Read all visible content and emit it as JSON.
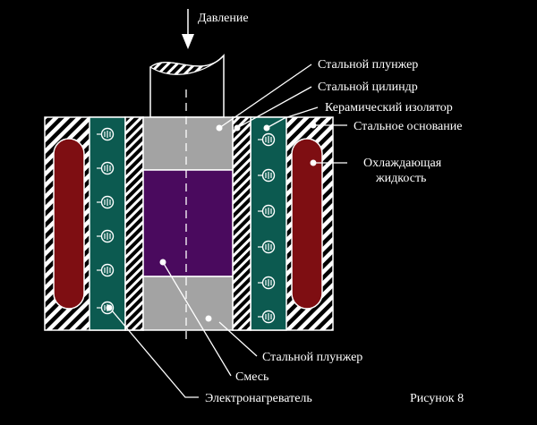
{
  "labels": {
    "pressure": "Давление",
    "plunger_top": "Стальной плунжер",
    "cylinder": "Стальной цилиндр",
    "insulator": "Керамический изолятор",
    "base": "Стальное основание",
    "coolant_line1": "Охлаждающая",
    "coolant_line2": "жидкость",
    "plunger_bottom": "Стальной плунжер",
    "mixture": "Смесь",
    "heater": "Электронагреватель",
    "figure": "Рисунок 8"
  },
  "colors": {
    "background": "#000000",
    "plunger": "#a3a3a3",
    "mixture": "#4a0a5e",
    "insulator": "#0c5a50",
    "coolant": "#7e0e12",
    "hatch": "#ffffff",
    "line": "#ffffff"
  }
}
